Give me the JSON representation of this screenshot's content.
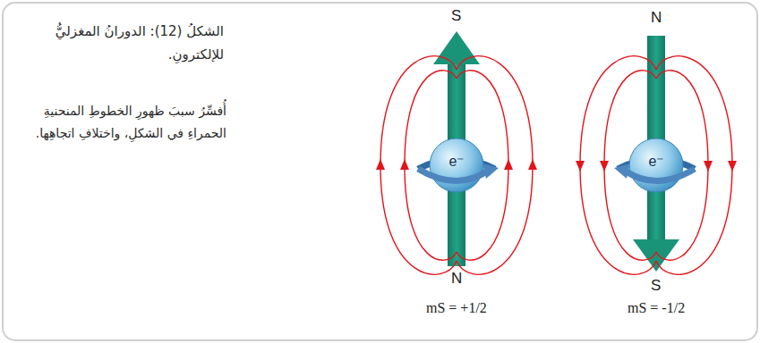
{
  "diagram": {
    "caption": "الشكلُ (12): الدورانُ المغزليُّ للإلكترونِ.",
    "nodes": [
      {
        "text": [
          "e⁻"
        ]
      },
      {
        "text": [
          "e⁻"
        ]
      }
    ],
    "labels": [
      "أُفسِّرُ سببَ ظهورِ الخطوطِ المنحنيةِ الحمراءِ في الشكلِ، واختلافِ اتجاهِها.",
      "S",
      "N",
      "mS = +1/2",
      "N",
      "S",
      "mS = -1/2"
    ]
  }
}
